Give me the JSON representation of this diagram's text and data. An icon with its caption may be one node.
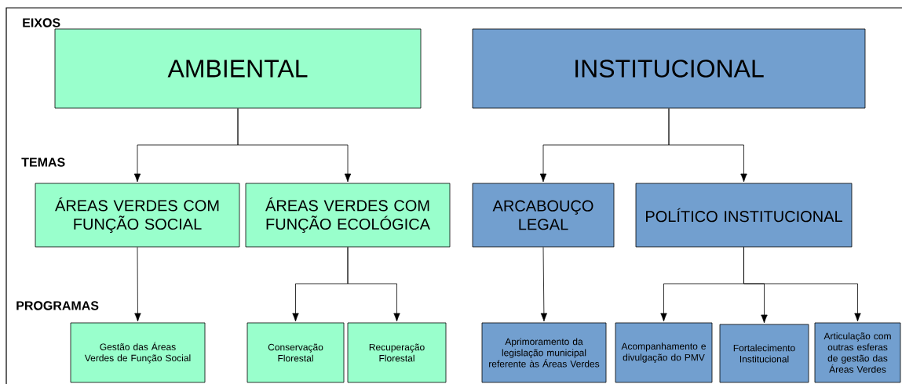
{
  "diagram": {
    "nodes": [
      {
        "text": [
          "AMBIENTAL"
        ]
      },
      {
        "text": [
          "INSTITUCIONAL"
        ]
      },
      {
        "text": [
          "ÁREAS VERDES COM FUNÇÃO SOCIAL"
        ]
      },
      {
        "text": [
          "ÁREAS VERDES COM FUNÇÃO ECOLÓGICA"
        ]
      },
      {
        "text": [
          "ARCABOUÇO LEGAL"
        ]
      },
      {
        "text": [
          "POLÍTICO INSTITUCIONAL"
        ]
      },
      {
        "text": [
          "Gestão das Áreas Verdes de Função Social"
        ]
      },
      {
        "text": [
          "Conservação Florestal"
        ]
      },
      {
        "text": [
          "Recuperação Florestal"
        ]
      },
      {
        "text": [
          "Aprimoramento da legislação municipal referente às Áreas Verdes"
        ]
      },
      {
        "text": [
          "Acompanhamento e divulgação do PMV"
        ]
      },
      {
        "text": [
          "Fortalecimento Institucional"
        ]
      },
      {
        "text": [
          "Articulação com outras esferas de gestão das Áreas Verdes"
        ]
      }
    ],
    "edges": [
      {
        "from": 0,
        "to": 2,
        "arrow": "to"
      },
      {
        "from": 0,
        "to": 3,
        "arrow": "to"
      },
      {
        "from": 1,
        "to": 4,
        "arrow": "to"
      },
      {
        "from": 1,
        "to": 5,
        "arrow": "to"
      },
      {
        "from": 2,
        "to": 6,
        "arrow": "to"
      },
      {
        "from": 3,
        "to": 7,
        "arrow": "to"
      },
      {
        "from": 3,
        "to": 8,
        "arrow": "to"
      },
      {
        "from": 4,
        "to": 9,
        "arrow": "to"
      },
      {
        "from": 5,
        "to": 10,
        "arrow": "to"
      },
      {
        "from": 5,
        "to": 11,
        "arrow": "to"
      },
      {
        "from": 5,
        "to": 12,
        "arrow": "to"
      }
    ],
    "labels": [
      "EIXOS",
      "TEMAS",
      "PROGRAMAS"
    ]
  }
}
